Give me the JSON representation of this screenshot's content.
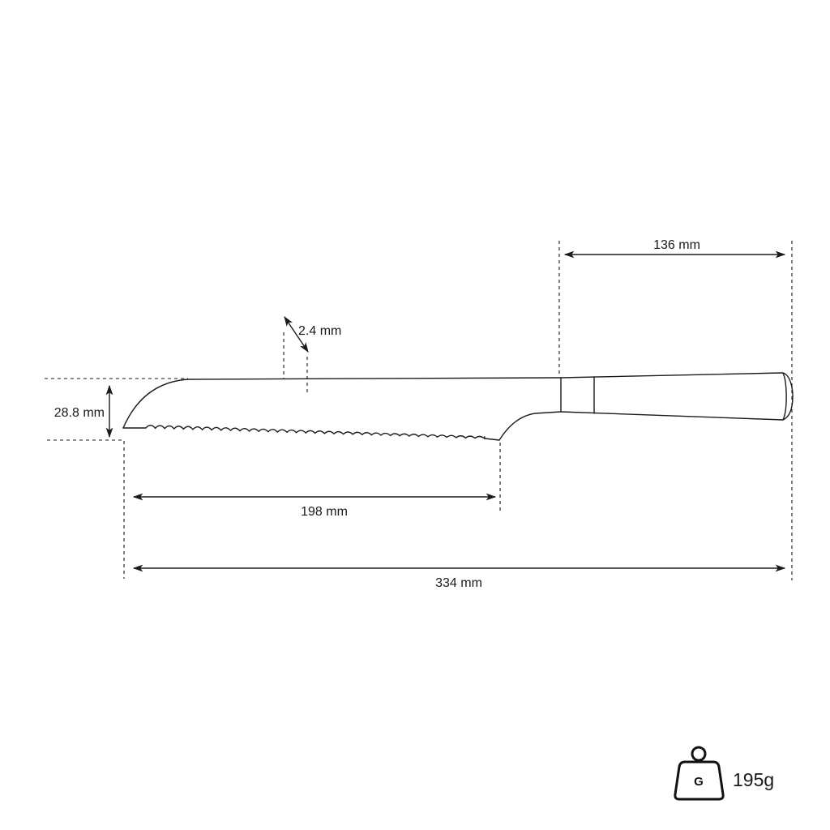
{
  "dimensions": {
    "handle_length": "136 mm",
    "spine_thickness": "2.4 mm",
    "blade_height": "28.8 mm",
    "blade_length": "198 mm",
    "total_length": "334 mm"
  },
  "weight": {
    "icon": "weight-icon",
    "icon_letter": "G",
    "value": "195g"
  },
  "colors": {
    "stroke": "#1a1a1a",
    "background": "#ffffff"
  }
}
